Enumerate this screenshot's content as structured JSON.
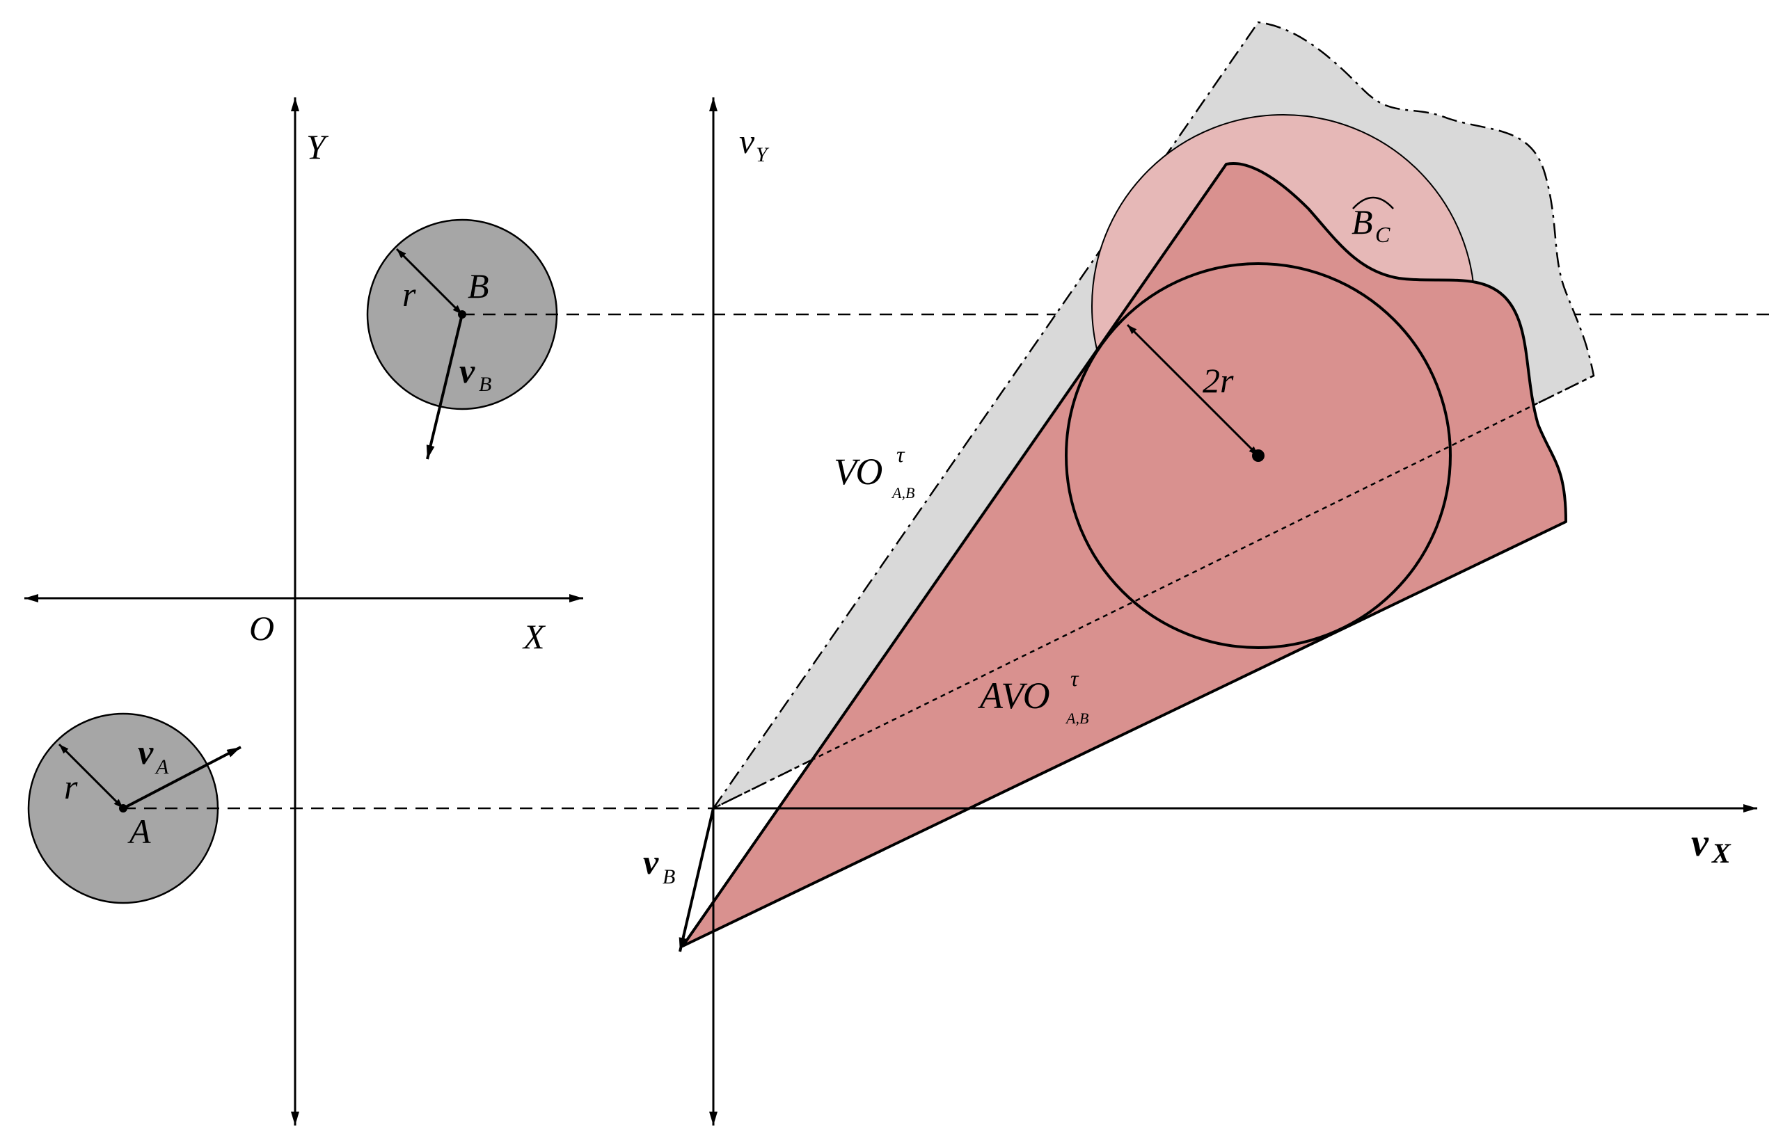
{
  "labels": {
    "left_y_axis": "Y",
    "left_x_axis": "X",
    "origin": "O",
    "agent_a": "A",
    "agent_b": "B",
    "radius_a": "r",
    "radius_b": "r",
    "vel_a_main": "v",
    "vel_a_sub": "A",
    "vel_b_main": "v",
    "vel_b_sub": "B",
    "right_vy_main": "v",
    "right_vy_sub": "Y",
    "right_vx_main": "v",
    "right_vx_sub": "X",
    "vo_main": "VO",
    "vo_sup": "τ",
    "vo_sub": "A,B",
    "avo_main": "AVO",
    "avo_sup": "τ",
    "avo_sub": "A,B",
    "radius_2r": "2r",
    "bc_main": "B",
    "bc_sub": "C",
    "vb_right_main": "v",
    "vb_right_sub": "B"
  },
  "colors": {
    "agent_fill": "#a6a6a6",
    "vo_fill": "#d9d9d9",
    "avo_fill": "#d9918f",
    "bc_fill": "#e6b8b7",
    "stroke": "#000000"
  }
}
